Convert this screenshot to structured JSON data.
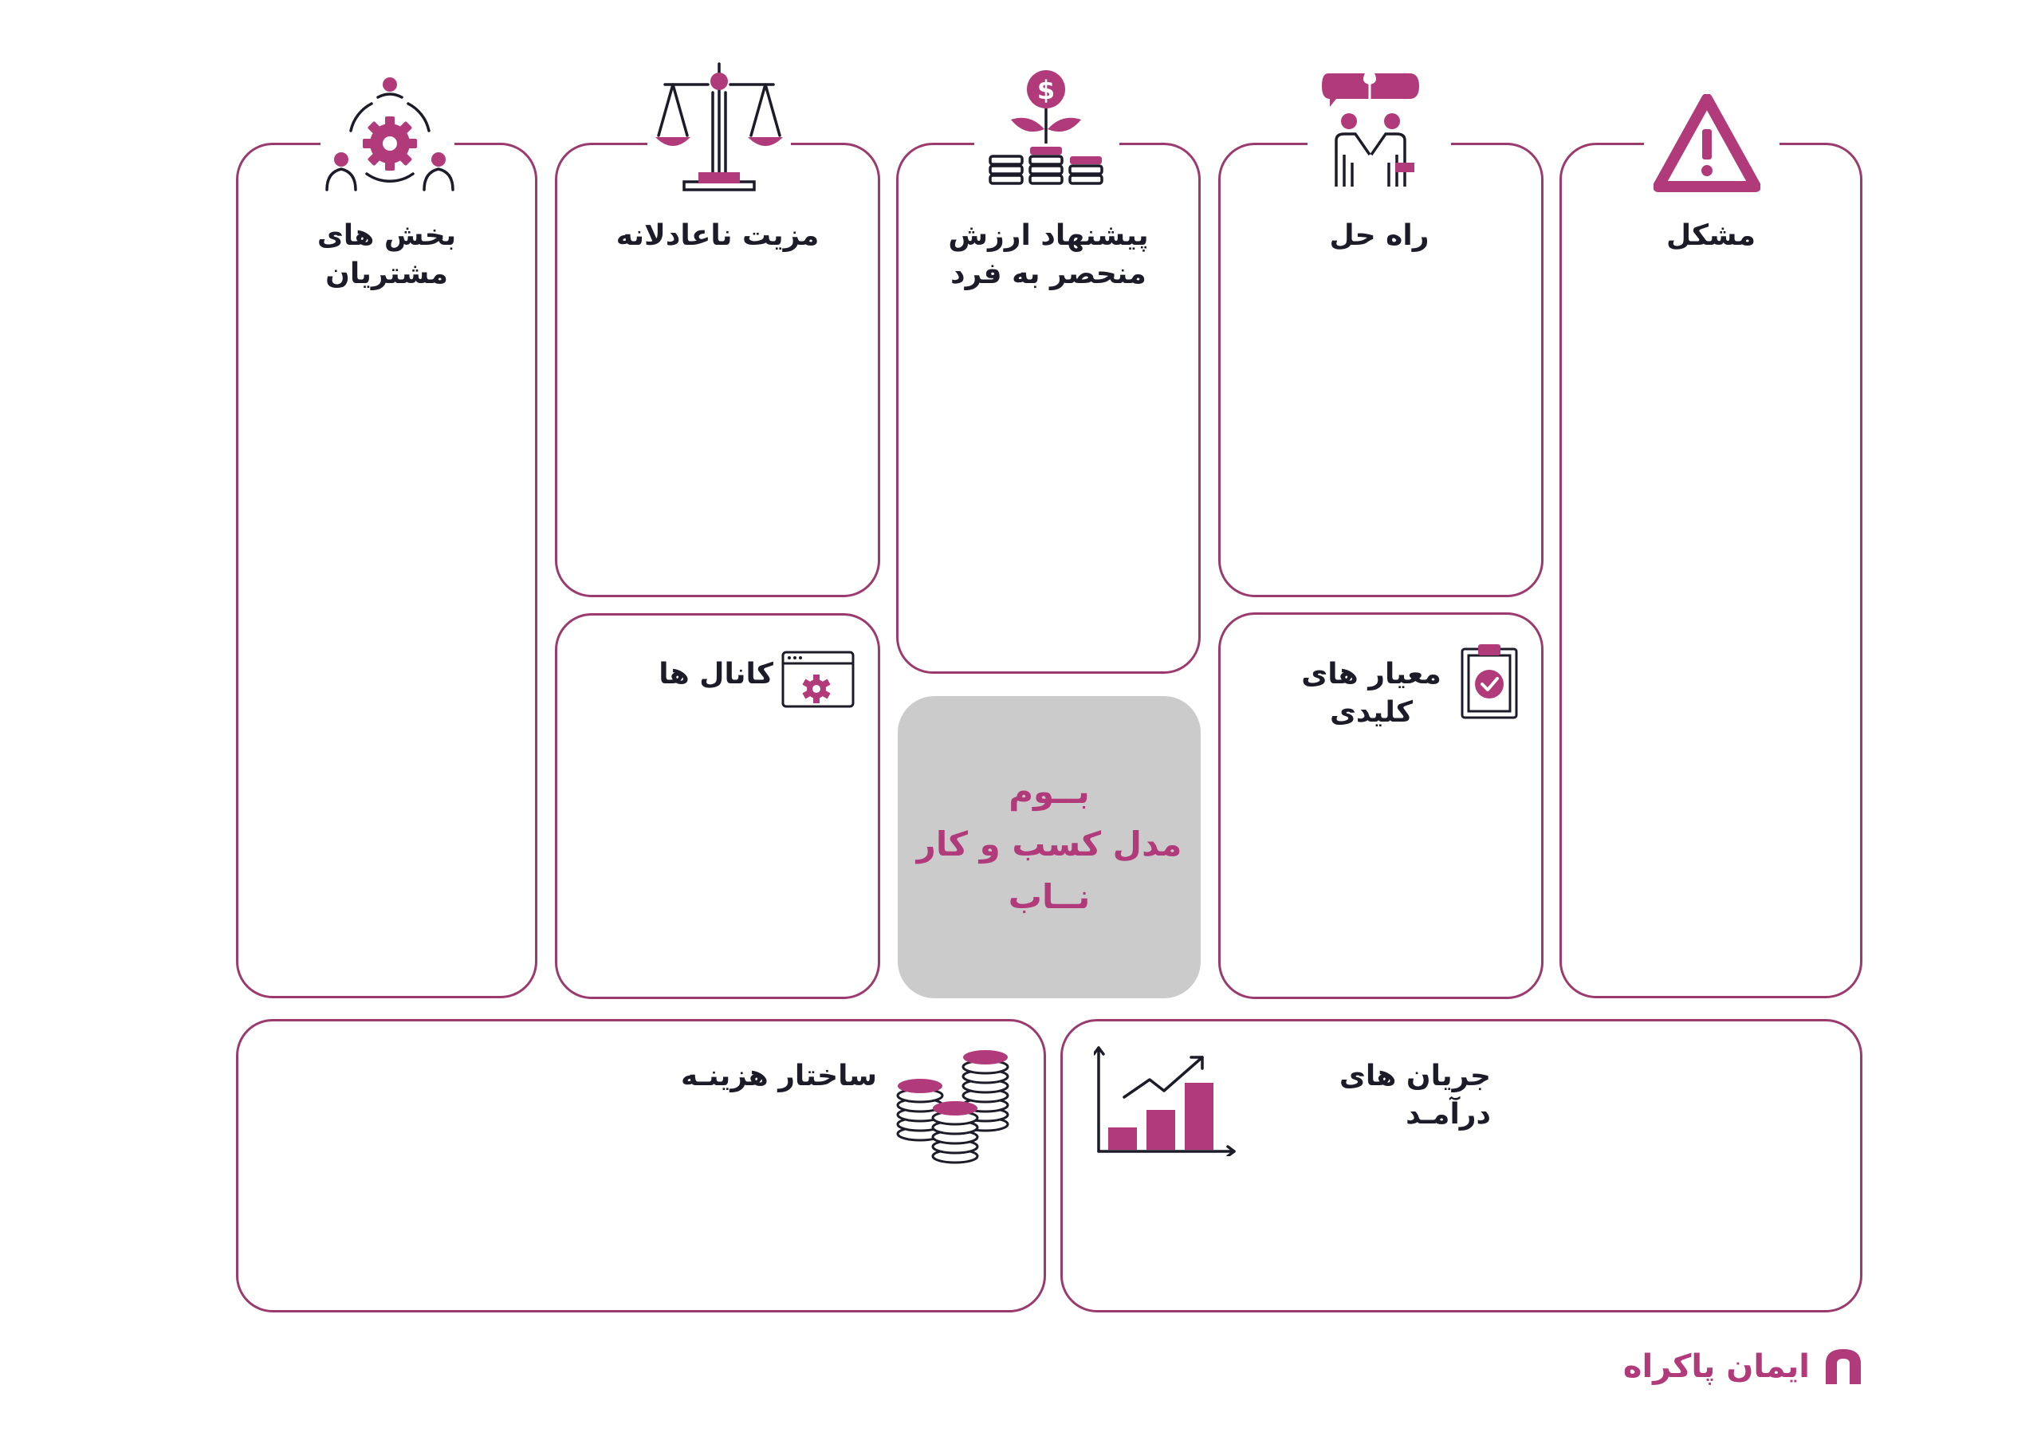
{
  "canvas": {
    "problem": {
      "title": [
        "مشکل"
      ],
      "icon": "warning-triangle-icon"
    },
    "solution": {
      "title": [
        "راه حل"
      ],
      "icon": "puzzle-handshake-icon"
    },
    "unique_value_proposition": {
      "title": [
        "پیشنهاد ارزش",
        "منحصر به فرد"
      ],
      "icon": "money-plant-coins-icon"
    },
    "unfair_advantage": {
      "title": [
        "مزیت ناعادلانه"
      ],
      "icon": "balance-scale-icon"
    },
    "customer_segments": {
      "title": [
        "بخش های",
        "مشتریان"
      ],
      "icon": "customer-network-gear-icon"
    },
    "key_metrics": {
      "title": [
        "معیار های",
        "کلیدی"
      ],
      "icon": "clipboard-check-icon"
    },
    "channels": {
      "title": [
        "کانال ها"
      ],
      "icon": "browser-gear-icon"
    },
    "cost_structure": {
      "title": [
        "ساختار هزینـه"
      ],
      "icon": "coin-stacks-icon"
    },
    "revenue_streams": {
      "title": [
        "جریان های درآمـد"
      ],
      "icon": "growth-bar-chart-icon"
    },
    "center_label": [
      "بــوم",
      "مدل کسب و کار",
      "نــاب"
    ]
  },
  "brand": {
    "name": "ایمان پاکراه",
    "icon": "brand-logo-icon"
  },
  "colors": {
    "accent": "#b13b7a",
    "border": "#9b3a6c",
    "center_fill": "#cbcbcb",
    "text": "#1c1c28"
  }
}
